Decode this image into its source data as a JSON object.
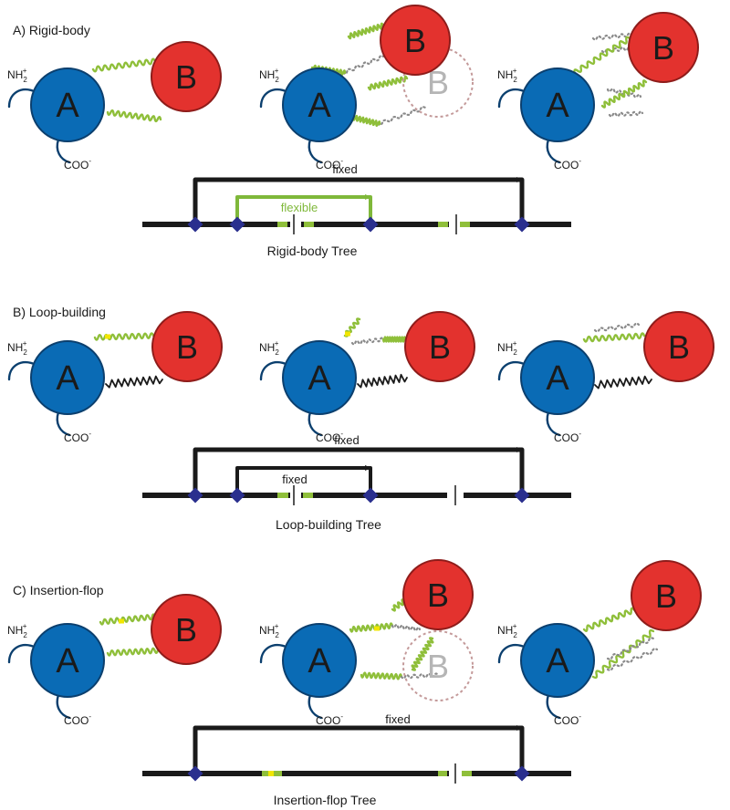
{
  "panels": [
    {
      "title": "A) Rigid-body",
      "tree_label": "Rigid-body Tree",
      "outer_bracket_label": "fixed",
      "inner_bracket_label": "flexible"
    },
    {
      "title": "B) Loop-building",
      "tree_label": "Loop-building Tree",
      "outer_bracket_label": "fixed",
      "inner_bracket_label": "fixed"
    },
    {
      "title": "C) Insertion-flop",
      "tree_label": "Insertion-flop Tree",
      "outer_bracket_label": "fixed"
    }
  ],
  "labels": {
    "domain_a": "A",
    "domain_b": "B",
    "n_terminus": "NH",
    "n_terminus_sub": "2",
    "n_terminus_sup": "+",
    "c_terminus": "COO",
    "c_terminus_sup": "-"
  },
  "colors": {
    "domain_a_fill": "#0a6bb5",
    "domain_a_stroke": "#0b3f6e",
    "domain_b_fill": "#e3322e",
    "domain_b_stroke": "#8e1c1a",
    "ghost_outline": "#c49a9a",
    "flexible_linker": "#8fbf3a",
    "rigid_linker": "#1a1a1a",
    "insertion_marker": "#f2e600",
    "fold_tree_line": "#1a1a1a",
    "fold_tree_jump_vertex": "#2a2f8e",
    "flexible_jump": "#7fb83a",
    "dotted_prior_pose": "#8a8a8a"
  }
}
